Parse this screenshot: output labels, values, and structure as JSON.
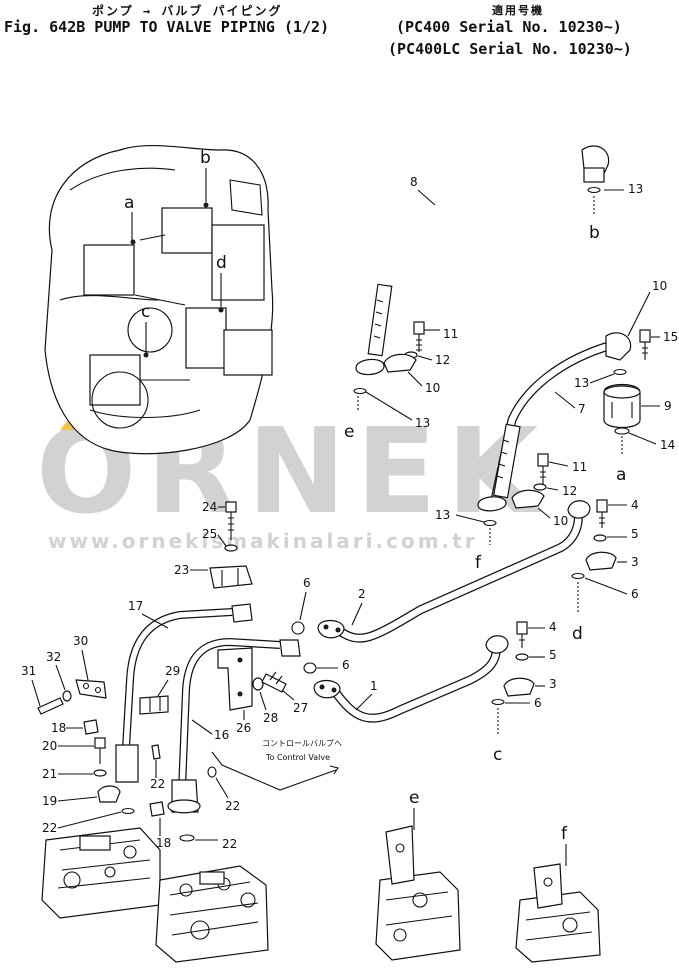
{
  "header": {
    "jp_title": "ポンプ → バルブ パイピング",
    "fig_title": "Fig. 642B PUMP TO VALVE PIPING (1/2)",
    "jp_applicable": "適用号機",
    "serial_line_1": "(PC400    Serial No. 10230~)",
    "serial_line_2": "(PC400LC Serial No. 10230~)"
  },
  "watermark": {
    "brand": "ORNEK",
    "url": "www.ornekismakinalari.com.tr"
  },
  "note": {
    "jp": "コントロールバルブへ",
    "en": "To Control Valve"
  },
  "connection_letters": [
    "a",
    "b",
    "c",
    "d",
    "e",
    "f"
  ],
  "callouts": [
    "1",
    "2",
    "3",
    "4",
    "5",
    "6",
    "7",
    "8",
    "9",
    "10",
    "11",
    "12",
    "13",
    "14",
    "15",
    "16",
    "17",
    "18",
    "19",
    "20",
    "21",
    "22",
    "23",
    "24",
    "25",
    "26",
    "27",
    "28",
    "29",
    "30",
    "31",
    "32"
  ],
  "colors": {
    "line": "#111111",
    "watermark": "#d2d2d2",
    "watermark_accent": "#f0c24a"
  }
}
